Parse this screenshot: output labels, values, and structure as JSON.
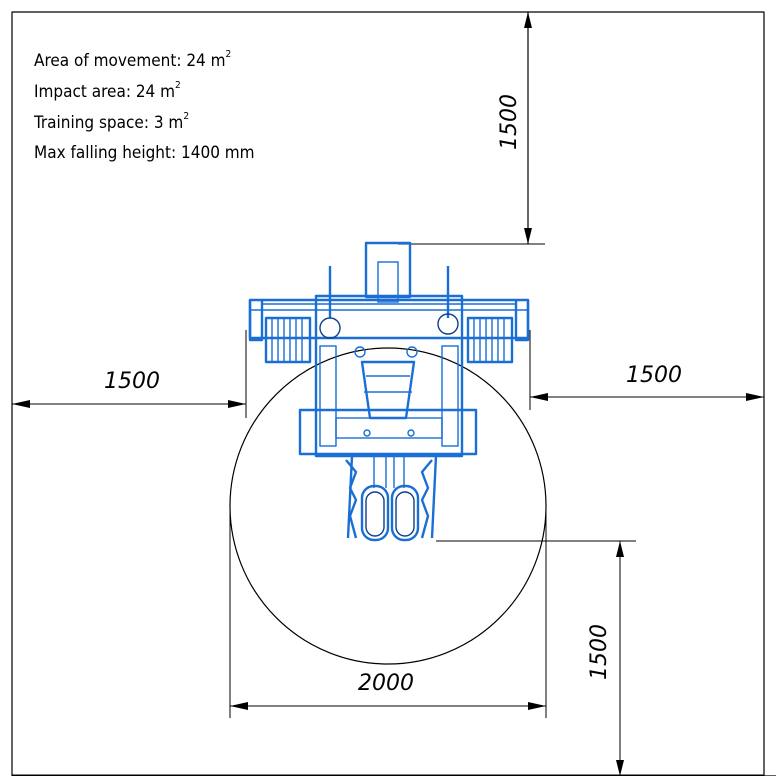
{
  "info": {
    "area_of_movement_label": "Area of movement: 24 m",
    "impact_area_label": "Impact area: 24 m",
    "training_space_label": "Training space: 3 m",
    "max_falling_height_label": "Max falling height: 1400 mm",
    "superscript": "2"
  },
  "dimensions": {
    "top": "1500",
    "left": "1500",
    "right": "1500",
    "bottom_width": "2000",
    "bottom_right": "1500"
  },
  "colors": {
    "equipment": "#1a6fd6",
    "equipment_dark": "#0d3f8a",
    "lines": "#000000"
  }
}
